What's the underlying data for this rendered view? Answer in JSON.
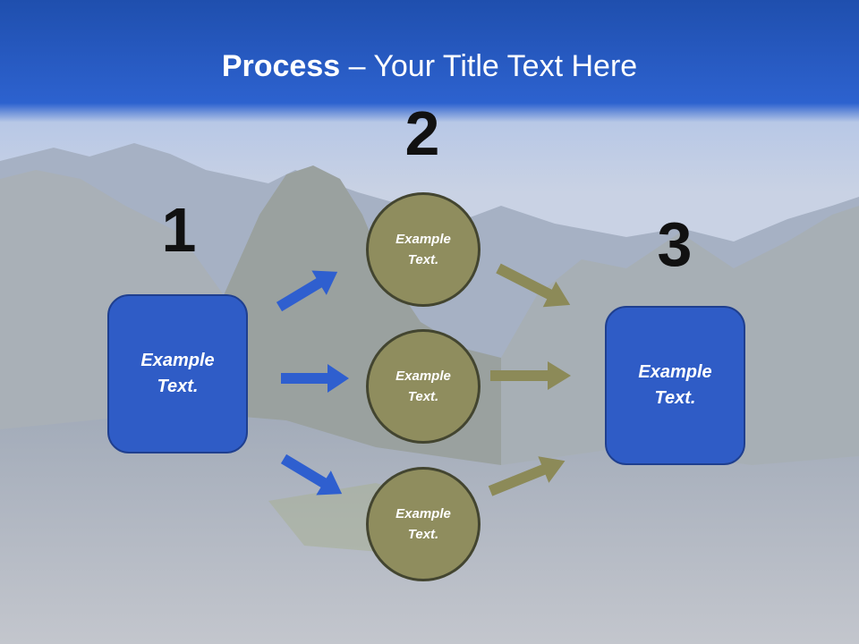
{
  "title": {
    "bold": "Process",
    "rest": " – Your Title Text Here"
  },
  "steps": [
    {
      "number": "1",
      "boxes": [
        {
          "line1": "Example",
          "line2": "Text."
        }
      ]
    },
    {
      "number": "2",
      "boxes": [
        {
          "line1": "Example",
          "line2": "Text."
        },
        {
          "line1": "Example",
          "line2": "Text."
        },
        {
          "line1": "Example",
          "line2": "Text."
        }
      ]
    },
    {
      "number": "3",
      "boxes": [
        {
          "line1": "Example",
          "line2": "Text."
        }
      ]
    }
  ],
  "colors": {
    "blue_box": "#2f5cc6",
    "olive_circle": "#8f8d5e",
    "blue_arrow": "#2f5fcf",
    "olive_arrow": "#8c8a58",
    "header_blue": "#2a5bc8"
  }
}
